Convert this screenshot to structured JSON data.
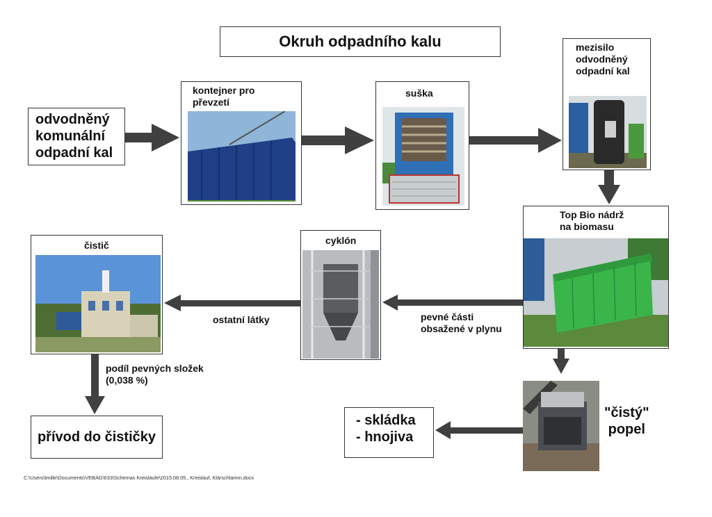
{
  "title": "Okruh odpadního kalu",
  "nodes": {
    "source": "odvodněný\nkomunální\nodpadní kal",
    "container": "kontejner pro\npřevzetí",
    "dryer": "suška",
    "silo": "mezisilo\nodvodněný\nodpadní kal",
    "tank": "Top Bio nádrž\nna biomasu",
    "cyclone": "cyklón",
    "cleaner": "čistič",
    "output": "přívod do čističky",
    "landfill": "- skládka\n- hnojiva",
    "ash": "\"čistý\"\npopel"
  },
  "edges": {
    "solids_in_gas": "pevné části\nobsažené v plynu",
    "other_substances": "ostatní látky",
    "solid_share": "podíl pevných složek\n(0,038 %)"
  },
  "footer_path": "C:\\Users\\tmille\\Documents\\VEBAG\\633\\Schemas Kreisläufe\\2015.08.05., Kreislauf, Klärschlamm.docx"
}
